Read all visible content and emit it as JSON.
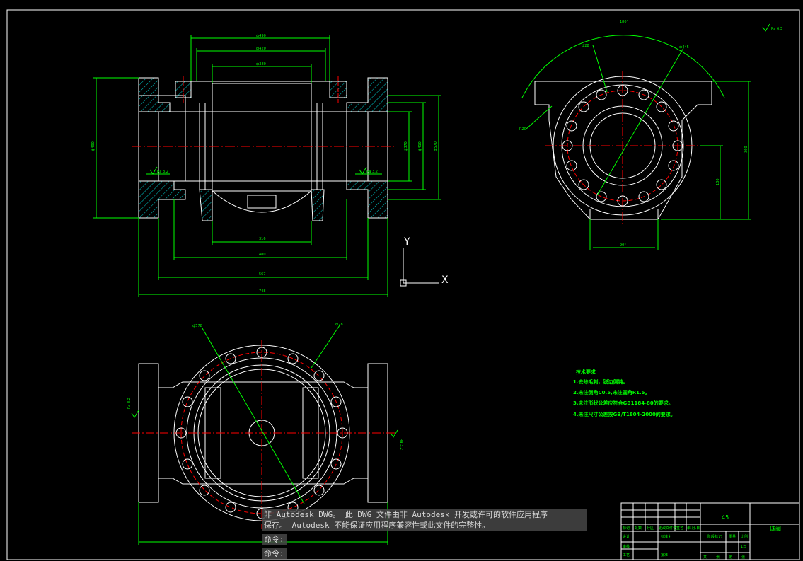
{
  "ucs": {
    "y_label": "Y",
    "x_label": "X"
  },
  "dimensions": {
    "front_top": [
      "ф490",
      "ф420",
      "ф380"
    ],
    "front_bottom": [
      "316",
      "480",
      "567",
      "748"
    ],
    "front_left": "ф490",
    "front_right": [
      "ф370",
      "ф410",
      "ф570"
    ],
    "roughness_left": "Ra 3.2",
    "roughness_right": "Ra 3.2",
    "side_arc": "180°",
    "side_hole": "ф28",
    "side_pcd": "ф445",
    "side_r": "R20",
    "side_height": "360",
    "side_center": "180",
    "side_bottom_angle": "90°",
    "surface_finish": "Ra 6.3",
    "top_pcd": "ф578",
    "top_hole": "ф28",
    "top_rough_left": "Ra 3.2",
    "top_rough_right": "Ra 3.2"
  },
  "tech_notes": {
    "title": "技术要求",
    "items": [
      "1.去除毛刺，锐边倒钝。",
      "2.未注倒角C0.5,未注圆角R1.5。",
      "3.未注形状公差应符合GB1184-80的要求。",
      "4.未注尺寸公差按GB/T1804-2000的要求。"
    ]
  },
  "title_block": {
    "material": "45",
    "part_name": "球阀",
    "labels": [
      "标记",
      "处数",
      "分区",
      "更改文件号",
      "签名",
      "年.月.日",
      "设计",
      "标准化",
      "阶段标记",
      "重量",
      "比例",
      "审核",
      "工艺",
      "批准",
      "共",
      "张",
      "第",
      "张"
    ],
    "scale": "1:5"
  },
  "command_line": {
    "warning_line1": "非 Autodesk DWG。  此 DWG 文件由非 Autodesk 开发或许可的软件应用程序",
    "warning_line2": "保存。  Autodesk 不能保证应用程序兼容性或此文件的完整性。",
    "prompt1": "命令:",
    "prompt2": "命令:"
  },
  "colors": {
    "background": "#000000",
    "outline": "#ffffff",
    "dimension": "#00ff00",
    "centerline": "#ff0000",
    "hatch": "#00c8c8"
  }
}
